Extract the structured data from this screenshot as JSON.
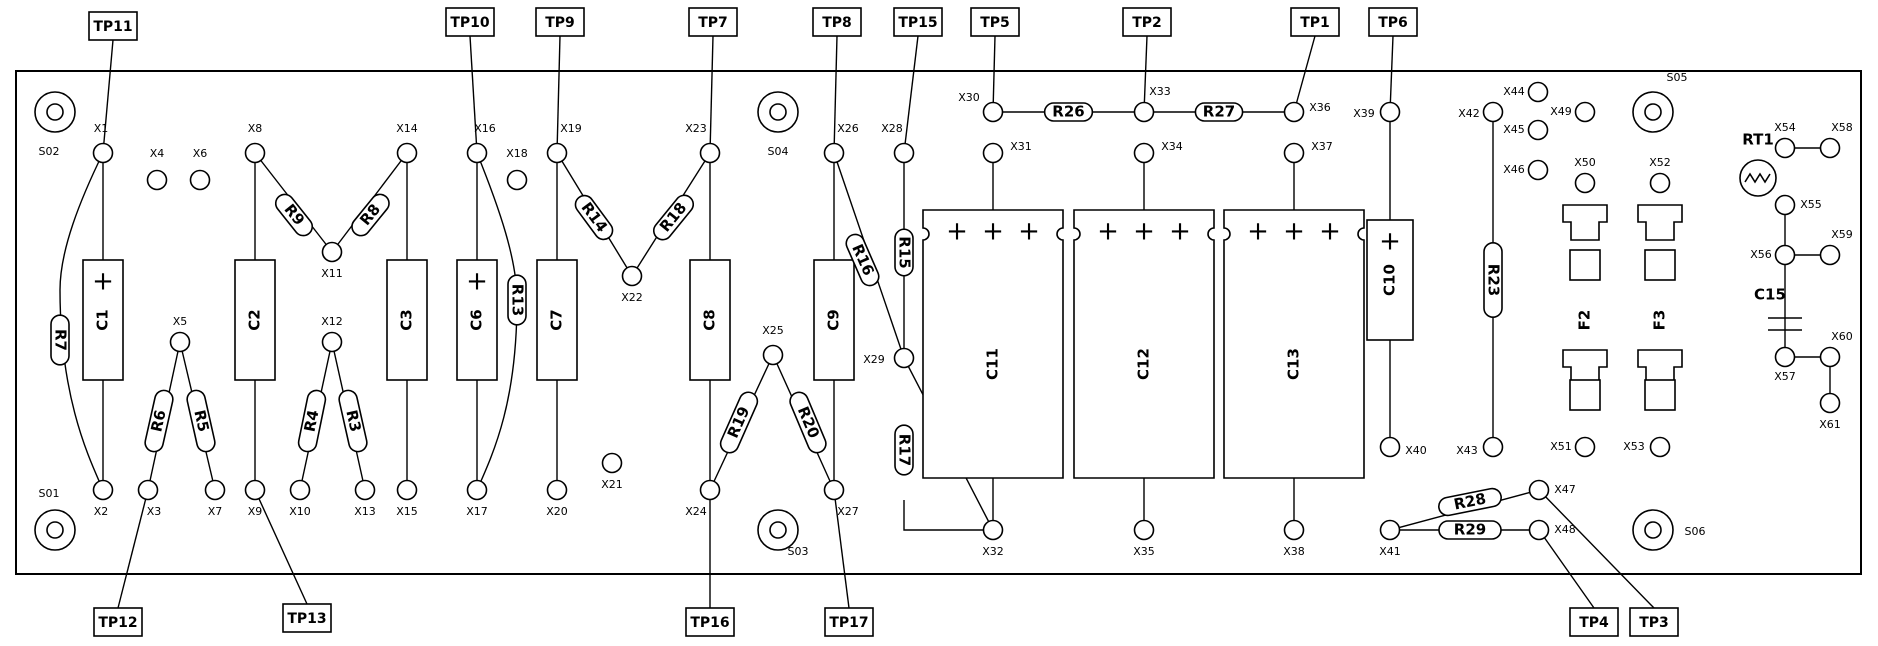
{
  "test_points": [
    "TP11",
    "TP10",
    "TP9",
    "TP7",
    "TP8",
    "TP15",
    "TP5",
    "TP2",
    "TP1",
    "TP6",
    "TP12",
    "TP13",
    "TP16",
    "TP17",
    "TP4",
    "TP3"
  ],
  "screw_holes": [
    "S02",
    "S01",
    "S04",
    "S03",
    "S05",
    "S06"
  ],
  "nodes": [
    "X1",
    "X2",
    "X3",
    "X4",
    "X5",
    "X6",
    "X7",
    "X8",
    "X9",
    "X10",
    "X11",
    "X12",
    "X13",
    "X14",
    "X15",
    "X16",
    "X17",
    "X18",
    "X19",
    "X20",
    "X21",
    "X22",
    "X23",
    "X24",
    "X25",
    "X26",
    "X27",
    "X28",
    "X29",
    "X30",
    "X31",
    "X32",
    "X33",
    "X34",
    "X35",
    "X36",
    "X37",
    "X38",
    "X39",
    "X40",
    "X41",
    "X42",
    "X43",
    "X44",
    "X45",
    "X46",
    "X47",
    "X48",
    "X49",
    "X50",
    "X51",
    "X52",
    "X53",
    "X54",
    "X55",
    "X56",
    "X57",
    "X58",
    "X59",
    "X60",
    "X61"
  ],
  "capacitors": [
    "C1",
    "C2",
    "C3",
    "C6",
    "C7",
    "C8",
    "C9",
    "C10",
    "C11",
    "C12",
    "C13",
    "C15"
  ],
  "resistors": [
    "R7",
    "R6",
    "R5",
    "R9",
    "R8",
    "R4",
    "R3",
    "R13",
    "R14",
    "R18",
    "R19",
    "R20",
    "R16",
    "R15",
    "R17",
    "R26",
    "R27",
    "R23",
    "R28",
    "R29"
  ],
  "fuses": [
    "F2",
    "F3"
  ],
  "thermistor": "RT1",
  "polarity_mark": "+"
}
